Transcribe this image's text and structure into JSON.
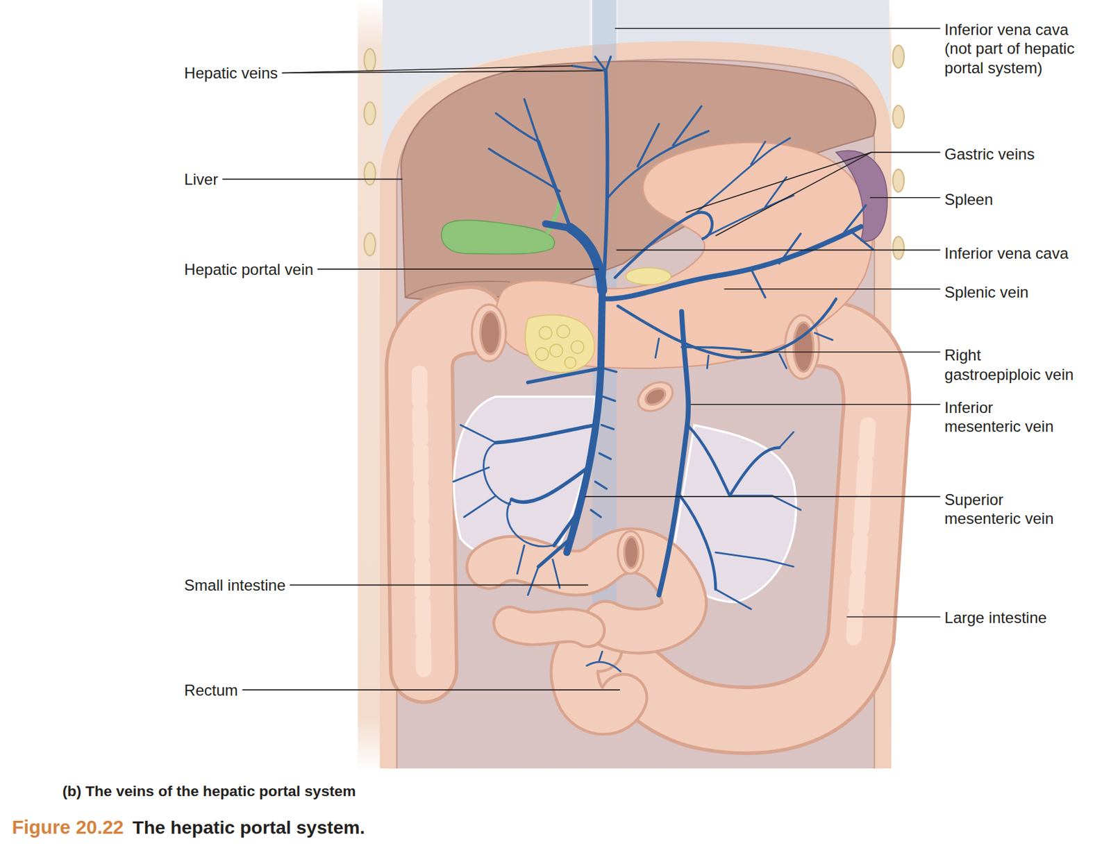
{
  "diagram": {
    "caption": "The hepatic portal system.",
    "labels": [
      "Inferior vena cava (not part of hepatic portal system)",
      "Hepatic veins",
      "Gastric veins",
      "Liver",
      "Spleen",
      "Inferior vena cava",
      "Hepatic portal vein",
      "Splenic vein",
      "Right gastroepiploic vein",
      "Inferior mesenteric vein",
      "Superior mesenteric vein",
      "Small intestine",
      "Large intestine",
      "Rectum",
      "(b) The veins of the hepatic portal system",
      "Figure 20.22"
    ]
  }
}
